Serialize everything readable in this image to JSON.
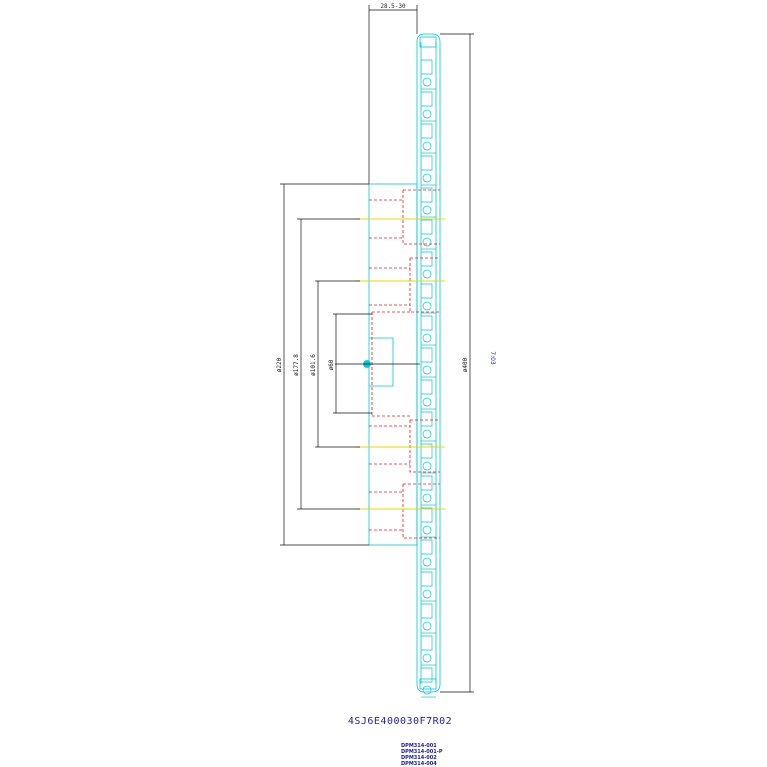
{
  "colors": {
    "outline": "#00c8d8",
    "hidden": "#e02020",
    "center": "#e8d800",
    "dimension": "#111111",
    "text_blue": "#2222aa"
  },
  "dimensions": {
    "top_width": "28.5-30",
    "d220": "ø220",
    "d177": "ø177.8",
    "d101": "ø101.6",
    "d60": "ø60",
    "d400": "ø400"
  },
  "scale_note": "7:03",
  "part_number": "4SJ6E400030F7R02",
  "part_list": [
    "DPM314-001",
    "DPM314-001-P",
    "DPM314-002",
    "DPM314-004"
  ]
}
